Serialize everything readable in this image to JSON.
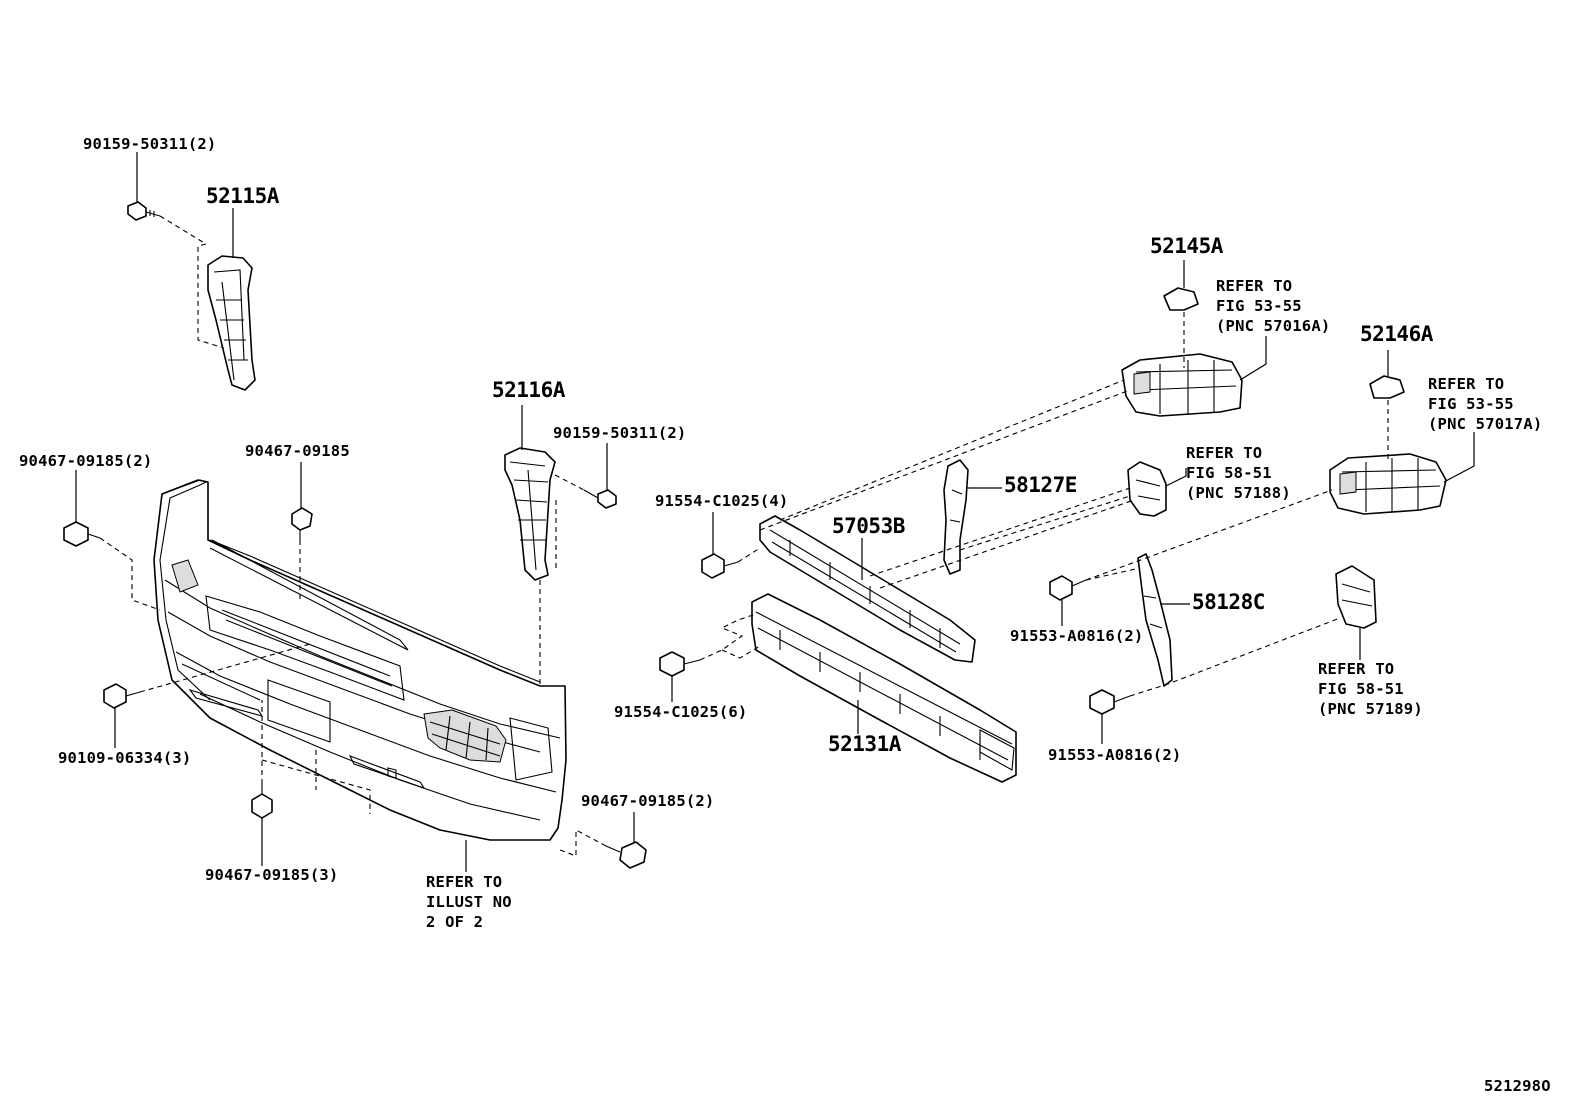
{
  "figure_id": "521298O",
  "part_labels": {
    "p52115A": "52115A",
    "p52116A": "52116A",
    "p52145A": "52145A",
    "p52146A": "52146A",
    "p58127E": "58127E",
    "p57053B": "57053B",
    "p58128C": "58128C",
    "p52131A": "52131A"
  },
  "fastener_labels": {
    "f90159_a": "90159-50311(2)",
    "f90159_b": "90159-50311(2)",
    "f90467_a": "90467-09185(2)",
    "f90467_b": "90467-09185",
    "f90467_c": "90467-09185(3)",
    "f90467_d": "90467-09185(2)",
    "f90109": "90109-06334(3)",
    "f91554_a": "91554-C1025(4)",
    "f91554_b": "91554-C1025(6)",
    "f91553_a": "91553-A0816(2)",
    "f91553_b": "91553-A0816(2)"
  },
  "references": {
    "ref_57016A": "REFER TO\nFIG 53-55\n(PNC 57016A)",
    "ref_57017A": "REFER TO\nFIG 53-55\n(PNC 57017A)",
    "ref_57188": "REFER TO\nFIG 58-51\n(PNC 57188)",
    "ref_57189": "REFER TO\nFIG 58-51\n(PNC 57189)",
    "ref_illust": "REFER TO\nILLUST NO\n2 OF 2"
  }
}
